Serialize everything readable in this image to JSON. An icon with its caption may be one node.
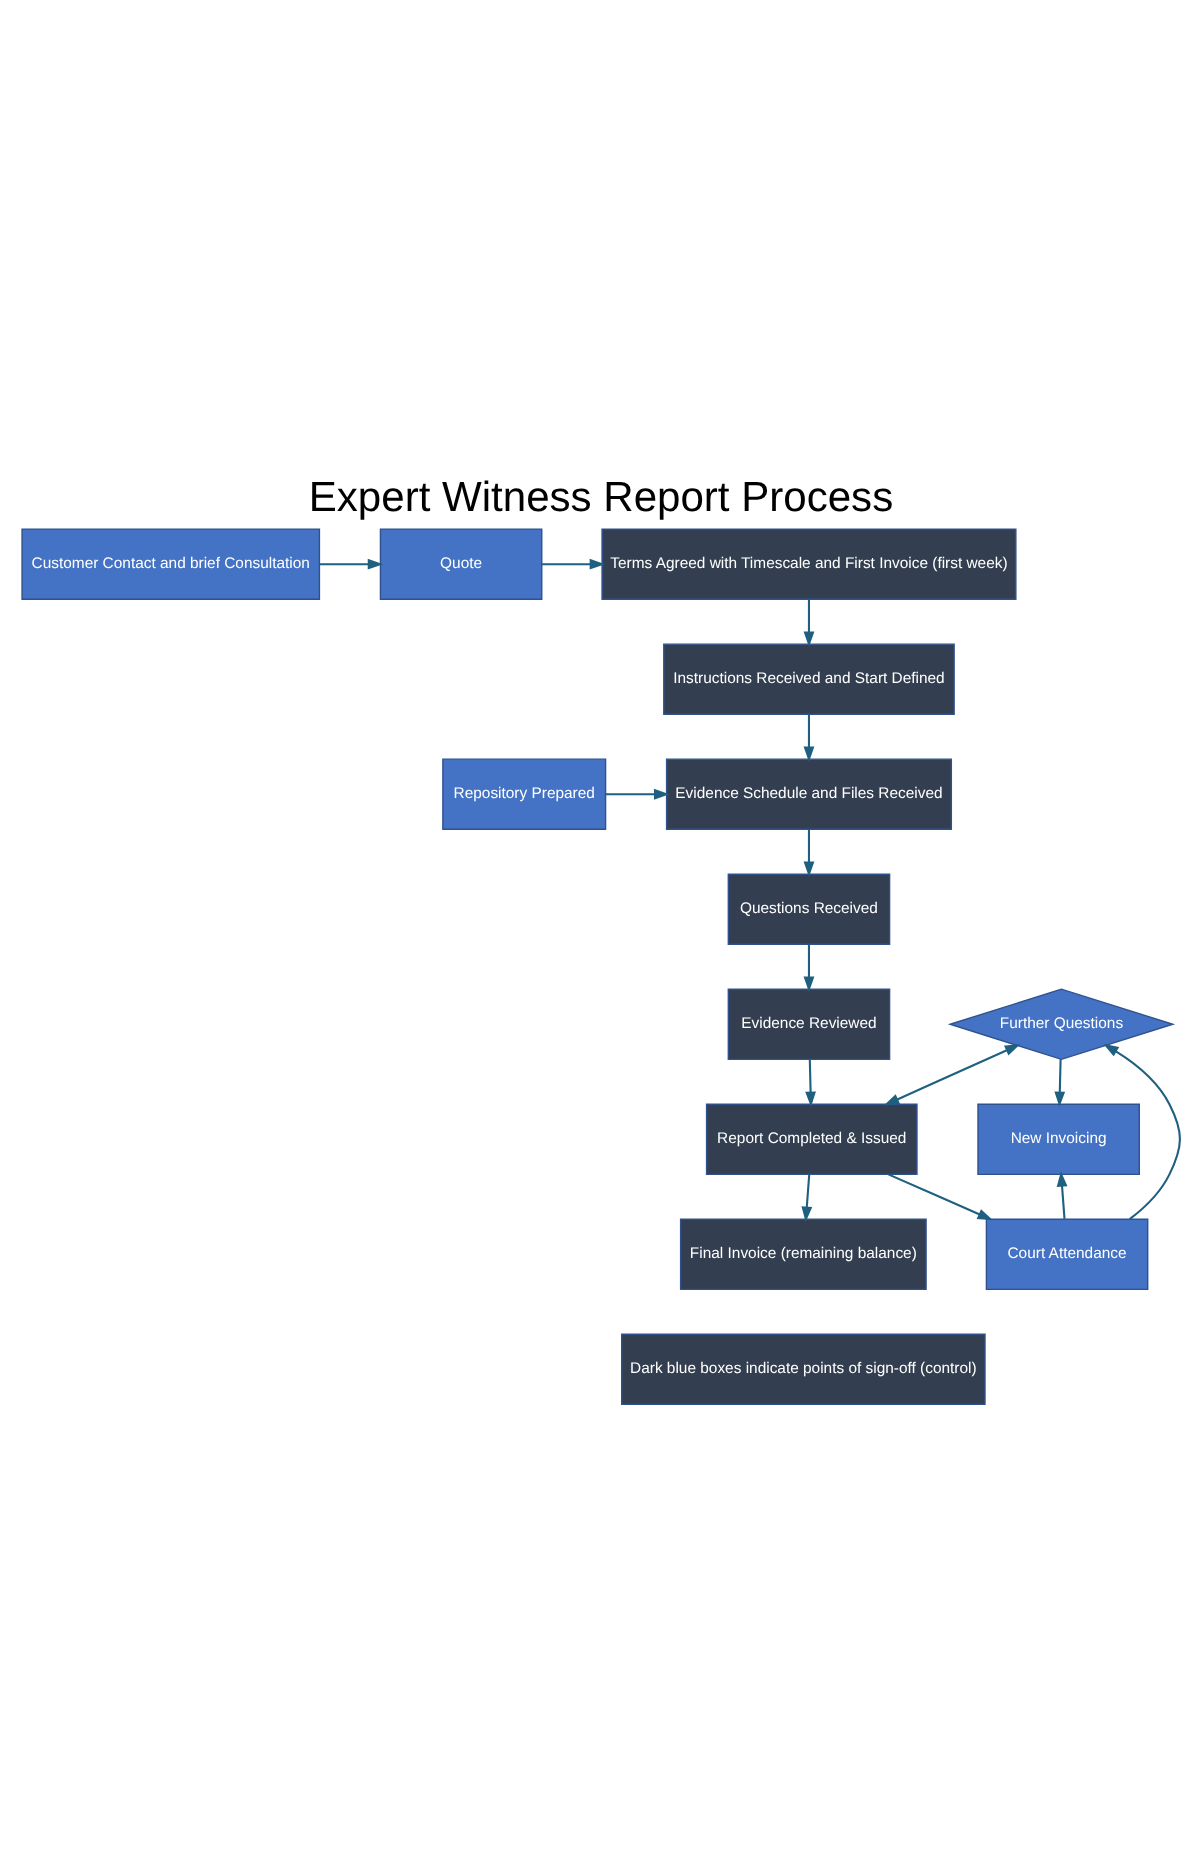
{
  "diagram": {
    "title": "Expert Witness Report Process",
    "nodes": [
      {
        "text": [
          "Customer Contact and brief Consultation"
        ]
      },
      {
        "text": [
          "Quote"
        ]
      },
      {
        "text": [
          "Terms Agreed with Timescale and First Invoice (first week)"
        ]
      },
      {
        "text": [
          "Instructions Received and Start Defined"
        ]
      },
      {
        "text": [
          "Repository Prepared"
        ]
      },
      {
        "text": [
          "Evidence Schedule and Files Received"
        ]
      },
      {
        "text": [
          "Questions Received"
        ]
      },
      {
        "text": [
          "Further Questions"
        ]
      },
      {
        "text": [
          "New Invoicing"
        ]
      },
      {
        "text": [
          "Evidence Reviewed"
        ]
      },
      {
        "text": [
          "Report Completed & Issued"
        ]
      },
      {
        "text": [
          "Court Attendance"
        ]
      },
      {
        "text": [
          "Final Invoice (remaining balance)"
        ]
      },
      {
        "text": [
          "Dark blue boxes indicate points of sign-off (control)"
        ]
      }
    ],
    "edges": [
      {
        "from": 0,
        "to": 1,
        "arrow": "to"
      },
      {
        "from": 1,
        "to": 2,
        "arrow": "to"
      },
      {
        "from": 2,
        "to": 3,
        "arrow": "to"
      },
      {
        "from": 3,
        "to": 5,
        "arrow": "to"
      },
      {
        "from": 4,
        "to": 5,
        "arrow": "to"
      },
      {
        "from": 5,
        "to": 6,
        "arrow": "to"
      },
      {
        "from": 6,
        "to": 9,
        "arrow": "to"
      },
      {
        "from": 9,
        "to": 10,
        "arrow": "to"
      },
      {
        "from": 10,
        "to": 7,
        "arrow": "both"
      },
      {
        "from": 10,
        "to": 11,
        "arrow": "to"
      },
      {
        "from": 10,
        "to": 12,
        "arrow": "to"
      },
      {
        "from": 7,
        "to": 8,
        "arrow": "to"
      },
      {
        "from": 11,
        "to": 8,
        "arrow": "to"
      },
      {
        "from": 11,
        "to": 7,
        "arrow": "to"
      }
    ]
  }
}
